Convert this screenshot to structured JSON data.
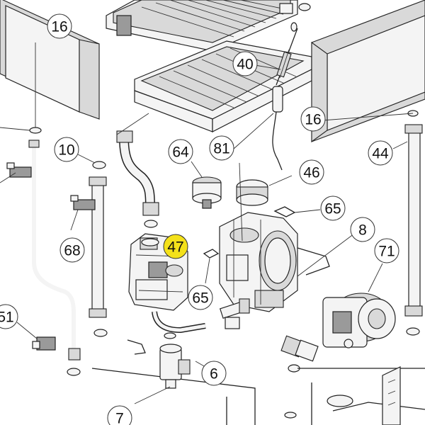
{
  "diagram": {
    "highlight_color": "#f4e11a",
    "callouts": [
      {
        "id": "c16a",
        "label": "16",
        "highlighted": false
      },
      {
        "id": "c40",
        "label": "40",
        "highlighted": false
      },
      {
        "id": "c16b",
        "label": "16",
        "highlighted": false
      },
      {
        "id": "c10",
        "label": "10",
        "highlighted": false
      },
      {
        "id": "c64",
        "label": "64",
        "highlighted": false
      },
      {
        "id": "c81",
        "label": "81",
        "highlighted": false
      },
      {
        "id": "c46",
        "label": "46",
        "highlighted": false
      },
      {
        "id": "c44",
        "label": "44",
        "highlighted": false
      },
      {
        "id": "c65a",
        "label": "65",
        "highlighted": false
      },
      {
        "id": "c8",
        "label": "8",
        "highlighted": false
      },
      {
        "id": "c68",
        "label": "68",
        "highlighted": false
      },
      {
        "id": "c47",
        "label": "47",
        "highlighted": true
      },
      {
        "id": "c71",
        "label": "71",
        "highlighted": false
      },
      {
        "id": "c65b",
        "label": "65",
        "highlighted": false
      },
      {
        "id": "c51",
        "label": "51",
        "highlighted": false
      },
      {
        "id": "c6",
        "label": "6",
        "highlighted": false
      },
      {
        "id": "c7",
        "label": "7",
        "highlighted": false
      }
    ]
  }
}
